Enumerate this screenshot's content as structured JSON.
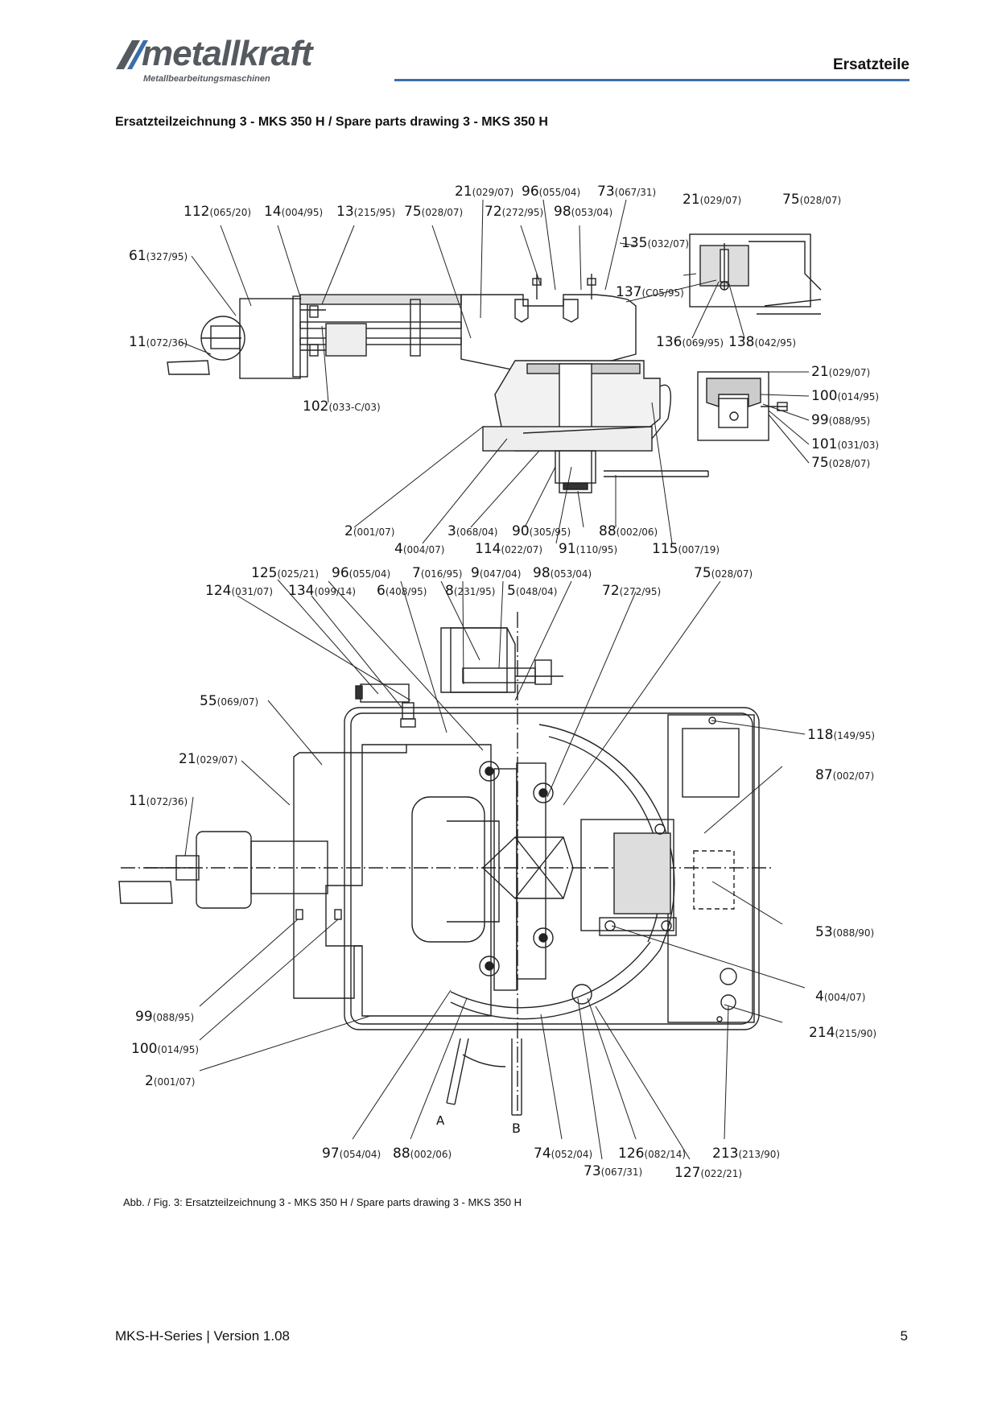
{
  "header": {
    "logo_text": "metallkraft",
    "logo_subtitle": "Metallbearbeitungsmaschinen",
    "section_title": "Ersatzteile",
    "accent_color": "#3d6ea8"
  },
  "title": "Ersatzteilzeichnung 3 - MKS 350 H / Spare parts drawing 3 - MKS 350 H",
  "caption": "Abb. / Fig. 3: Ersatzteilzeichnung 3 - MKS 350 H / Spare parts drawing 3 - MKS 350 H",
  "footer": {
    "left": "MKS-H-Series | Version 1.08",
    "page": "5"
  },
  "view_letters": [
    "A",
    "B"
  ],
  "part_labels": [
    {
      "id": "21",
      "code": "(029/07)"
    },
    {
      "id": "96",
      "code": "(055/04)"
    },
    {
      "id": "73",
      "code": "(067/31)"
    },
    {
      "id": "112",
      "code": "(065/20)"
    },
    {
      "id": "14",
      "code": "(004/95)"
    },
    {
      "id": "13",
      "code": "(215/95)"
    },
    {
      "id": "75",
      "code": "(028/07)"
    },
    {
      "id": "72",
      "code": "(272/95)"
    },
    {
      "id": "98",
      "code": "(053/04)"
    },
    {
      "id": "61",
      "code": "(327/95)"
    },
    {
      "id": "11",
      "code": "(072/36)"
    },
    {
      "id": "102",
      "code": "(033-C/03)"
    },
    {
      "id": "21",
      "code": "(029/07)"
    },
    {
      "id": "75",
      "code": "(028/07)"
    },
    {
      "id": "135",
      "code": "(032/07)"
    },
    {
      "id": "137",
      "code": "(C05/95)"
    },
    {
      "id": "136",
      "code": "(069/95)"
    },
    {
      "id": "138",
      "code": "(042/95)"
    },
    {
      "id": "21",
      "code": "(029/07)"
    },
    {
      "id": "100",
      "code": "(014/95)"
    },
    {
      "id": "99",
      "code": "(088/95)"
    },
    {
      "id": "101",
      "code": "(031/03)"
    },
    {
      "id": "75",
      "code": "(028/07)"
    },
    {
      "id": "2",
      "code": "(001/07)"
    },
    {
      "id": "4",
      "code": "(004/07)"
    },
    {
      "id": "3",
      "code": "(068/04)"
    },
    {
      "id": "90",
      "code": "(305/95)"
    },
    {
      "id": "88",
      "code": "(002/06)"
    },
    {
      "id": "114",
      "code": "(022/07)"
    },
    {
      "id": "91",
      "code": "(110/95)"
    },
    {
      "id": "115",
      "code": "(007/19)"
    },
    {
      "id": "125",
      "code": "(025/21)"
    },
    {
      "id": "96",
      "code": "(055/04)"
    },
    {
      "id": "7",
      "code": "(016/95)"
    },
    {
      "id": "9",
      "code": "(047/04)"
    },
    {
      "id": "98",
      "code": "(053/04)"
    },
    {
      "id": "75",
      "code": "(028/07)"
    },
    {
      "id": "124",
      "code": "(031/07)"
    },
    {
      "id": "134",
      "code": "(099/14)"
    },
    {
      "id": "6",
      "code": "(408/95)"
    },
    {
      "id": "8",
      "code": "(231/95)"
    },
    {
      "id": "5",
      "code": "(048/04)"
    },
    {
      "id": "72",
      "code": "(272/95)"
    },
    {
      "id": "55",
      "code": "(069/07)"
    },
    {
      "id": "118",
      "code": "(149/95)"
    },
    {
      "id": "21",
      "code": "(029/07)"
    },
    {
      "id": "87",
      "code": "(002/07)"
    },
    {
      "id": "11",
      "code": "(072/36)"
    },
    {
      "id": "53",
      "code": "(088/90)"
    },
    {
      "id": "4",
      "code": "(004/07)"
    },
    {
      "id": "99",
      "code": "(088/95)"
    },
    {
      "id": "214",
      "code": "(215/90)"
    },
    {
      "id": "100",
      "code": "(014/95)"
    },
    {
      "id": "2",
      "code": "(001/07)"
    },
    {
      "id": "97",
      "code": "(054/04)"
    },
    {
      "id": "88",
      "code": "(002/06)"
    },
    {
      "id": "74",
      "code": "(052/04)"
    },
    {
      "id": "126",
      "code": "(082/14)"
    },
    {
      "id": "213",
      "code": "(213/90)"
    },
    {
      "id": "73",
      "code": "(067/31)"
    },
    {
      "id": "127",
      "code": "(022/21)"
    }
  ]
}
